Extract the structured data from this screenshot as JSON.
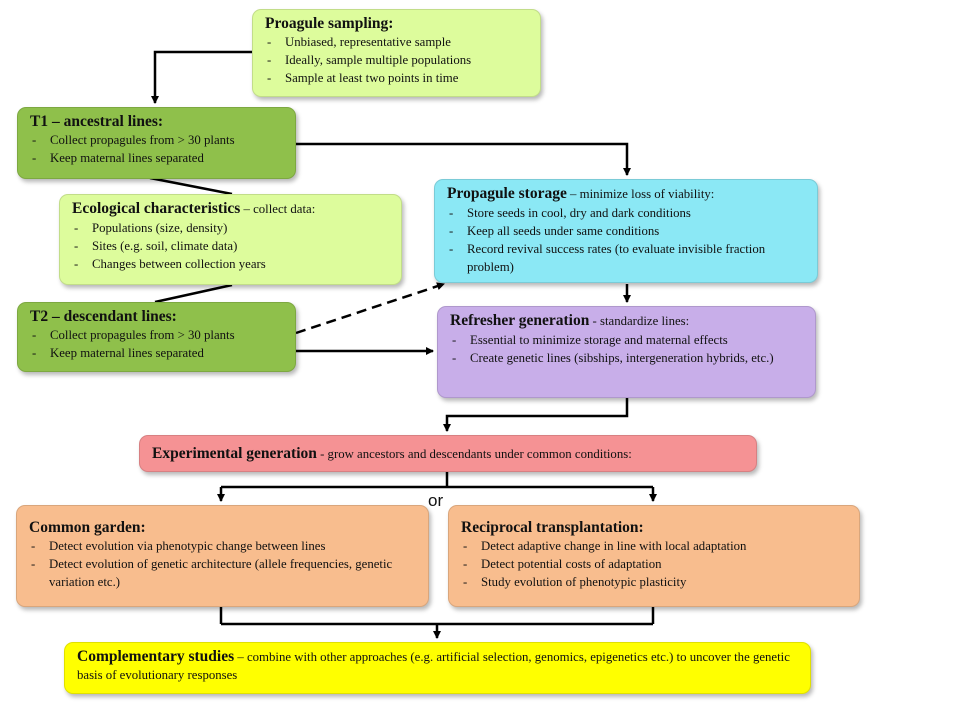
{
  "sampling": {
    "title": "Proagule sampling:",
    "items": [
      "Unbiased, representative sample",
      "Ideally, sample multiple populations",
      "Sample at least two points in time"
    ]
  },
  "t1": {
    "title": "T1 – ancestral lines:",
    "items": [
      "Collect propagules from > 30 plants",
      "Keep maternal lines separated"
    ]
  },
  "ecology": {
    "title": "Ecological characteristics",
    "subtitle": " – collect data:",
    "items": [
      "Populations (size, density)",
      "Sites (e.g. soil, climate data)",
      "Changes between collection years"
    ]
  },
  "t2": {
    "title": "T2 – descendant lines:",
    "items": [
      "Collect propagules from > 30 plants",
      "Keep maternal lines separated"
    ]
  },
  "storage": {
    "title": "Propagule storage",
    "subtitle": " – minimize loss of viability:",
    "items": [
      "Store seeds in cool, dry and dark conditions",
      "Keep all seeds under same conditions",
      "Record revival success rates (to evaluate invisible fraction problem)"
    ]
  },
  "refresher": {
    "title": "Refresher generation",
    "subtitle": " - standardize lines:",
    "items": [
      "Essential to minimize storage and maternal effects",
      "Create genetic lines (sibships, intergeneration hybrids, etc.)"
    ]
  },
  "experimental": {
    "title": "Experimental generation",
    "subtitle": " - grow ancestors and descendants under common conditions:"
  },
  "or_label": "or",
  "garden": {
    "title": "Common garden:",
    "items": [
      "Detect evolution via phenotypic change between lines",
      "Detect evolution of genetic architecture (allele frequencies, genetic variation etc.)"
    ]
  },
  "reciprocal": {
    "title": "Reciprocal transplantation:",
    "items": [
      "Detect adaptive change in line with local adaptation",
      "Detect potential costs of adaptation",
      "Study evolution of phenotypic plasticity"
    ]
  },
  "complementary": {
    "title": "Complementary studies",
    "subtitle": " – combine with other approaches (e.g. artificial selection, genomics, epigenetics etc.) to uncover the genetic basis of evolutionary responses"
  },
  "colors": {
    "sampling": "#ddfc9c",
    "lines": "#8fc04b",
    "ecology": "#ddfc9c",
    "storage": "#8be8f5",
    "refresher": "#c8aee9",
    "experimental": "#f59294",
    "orange": "#f8bd8e",
    "complementary": "#ffff00"
  }
}
